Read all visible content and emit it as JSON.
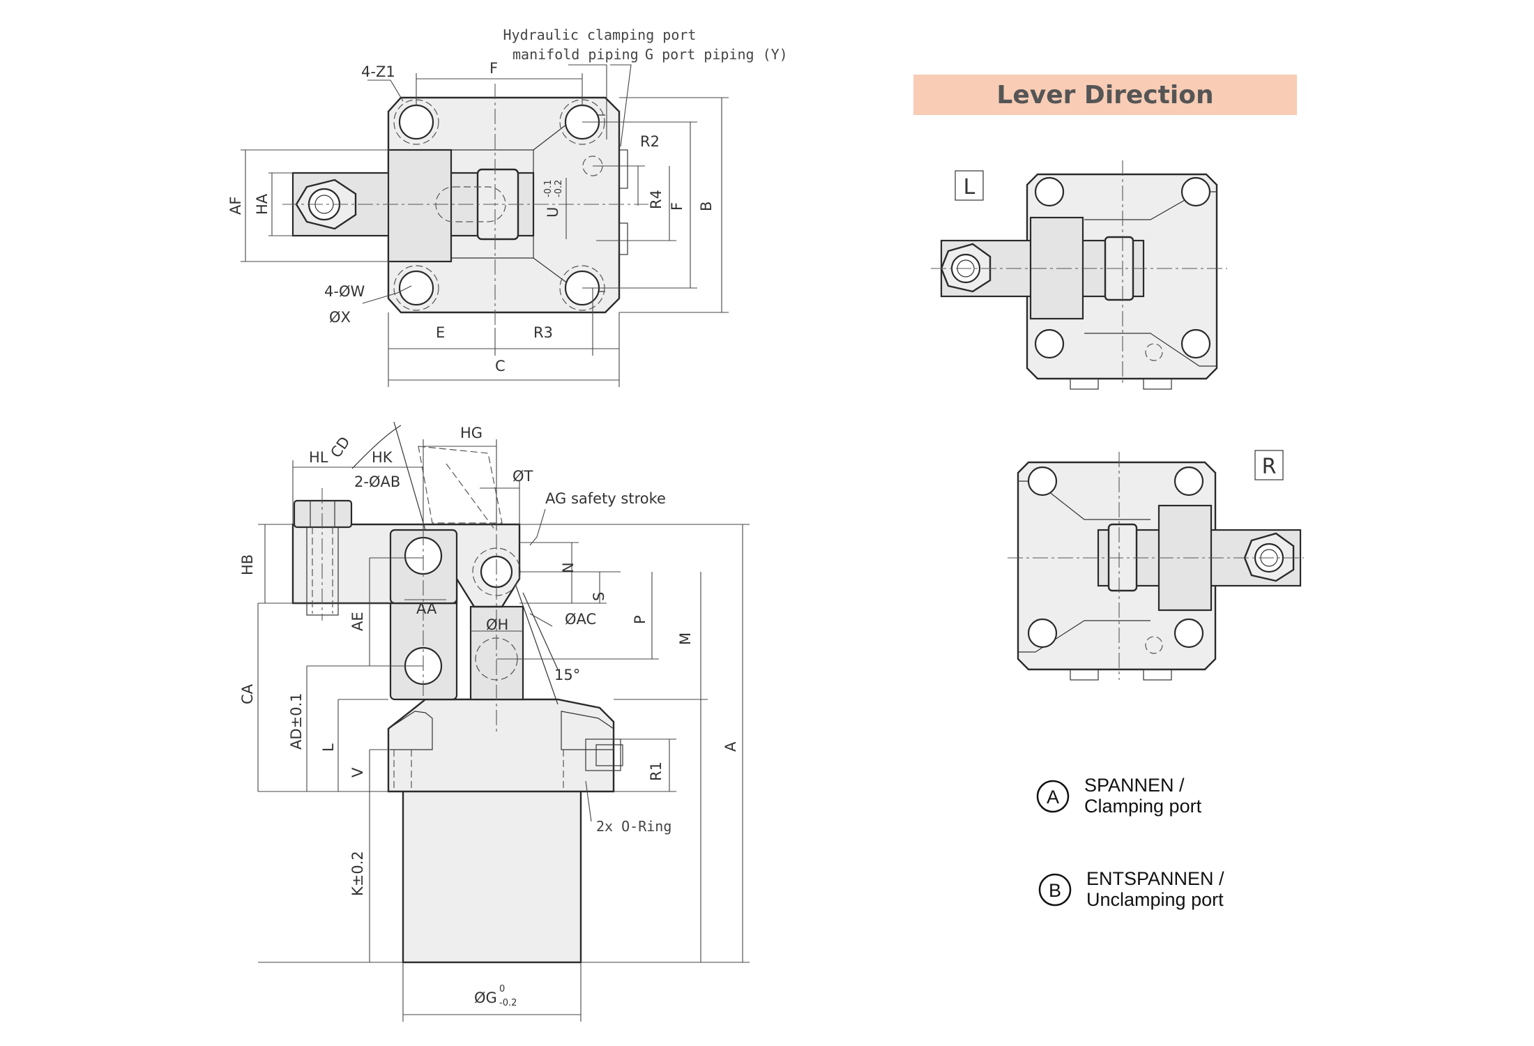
{
  "top_view": {
    "annotations": {
      "hydraulic_port_line1": "Hydraulic clamping port",
      "hydraulic_port_line2": "manifold piping",
      "g_port": "G port piping (Y)"
    },
    "dims": {
      "z1": "4-Z1",
      "f_top": "F",
      "r2": "R2",
      "r4": "R4",
      "f_right": "F",
      "b": "B",
      "af": "AF",
      "ha": "HA",
      "u": "U",
      "u_tol_upper": "-0.1",
      "u_tol_lower": "-0.2",
      "w": "4-ØW",
      "x": "ØX",
      "e": "E",
      "r3": "R3",
      "c": "C"
    }
  },
  "side_view": {
    "dims": {
      "hl": "HL",
      "cd": "CD",
      "hk": "HK",
      "hg": "HG",
      "ab": "2-ØAB",
      "t": "ØT",
      "ag": "AG safety stroke",
      "hb": "HB",
      "n": "N",
      "s": "S",
      "aa": "AA",
      "ac": "ØAC",
      "p": "P",
      "ae": "AE",
      "h": "ØH",
      "m": "M",
      "ca": "CA",
      "angle": "15°",
      "ad": "AD±0.1",
      "l": "L",
      "v": "V",
      "r1": "R1",
      "a": "A",
      "oring": "2x O-Ring",
      "k": "K±0.2",
      "g": "ØG",
      "g_tol_upper": "0",
      "g_tol_lower": "-0.2"
    }
  },
  "lever_direction": {
    "title": "Lever Direction",
    "left_tag": "L",
    "right_tag": "R"
  },
  "legend": [
    {
      "symbol": "A",
      "line1": "SPANNEN /",
      "line2": "Clamping port"
    },
    {
      "symbol": "B",
      "line1": "ENTSPANNEN /",
      "line2": "Unclamping port"
    }
  ],
  "colors": {
    "banner": "#f8ccb5",
    "part_fill": "#eeeeee",
    "line": "#2a2a2a"
  }
}
